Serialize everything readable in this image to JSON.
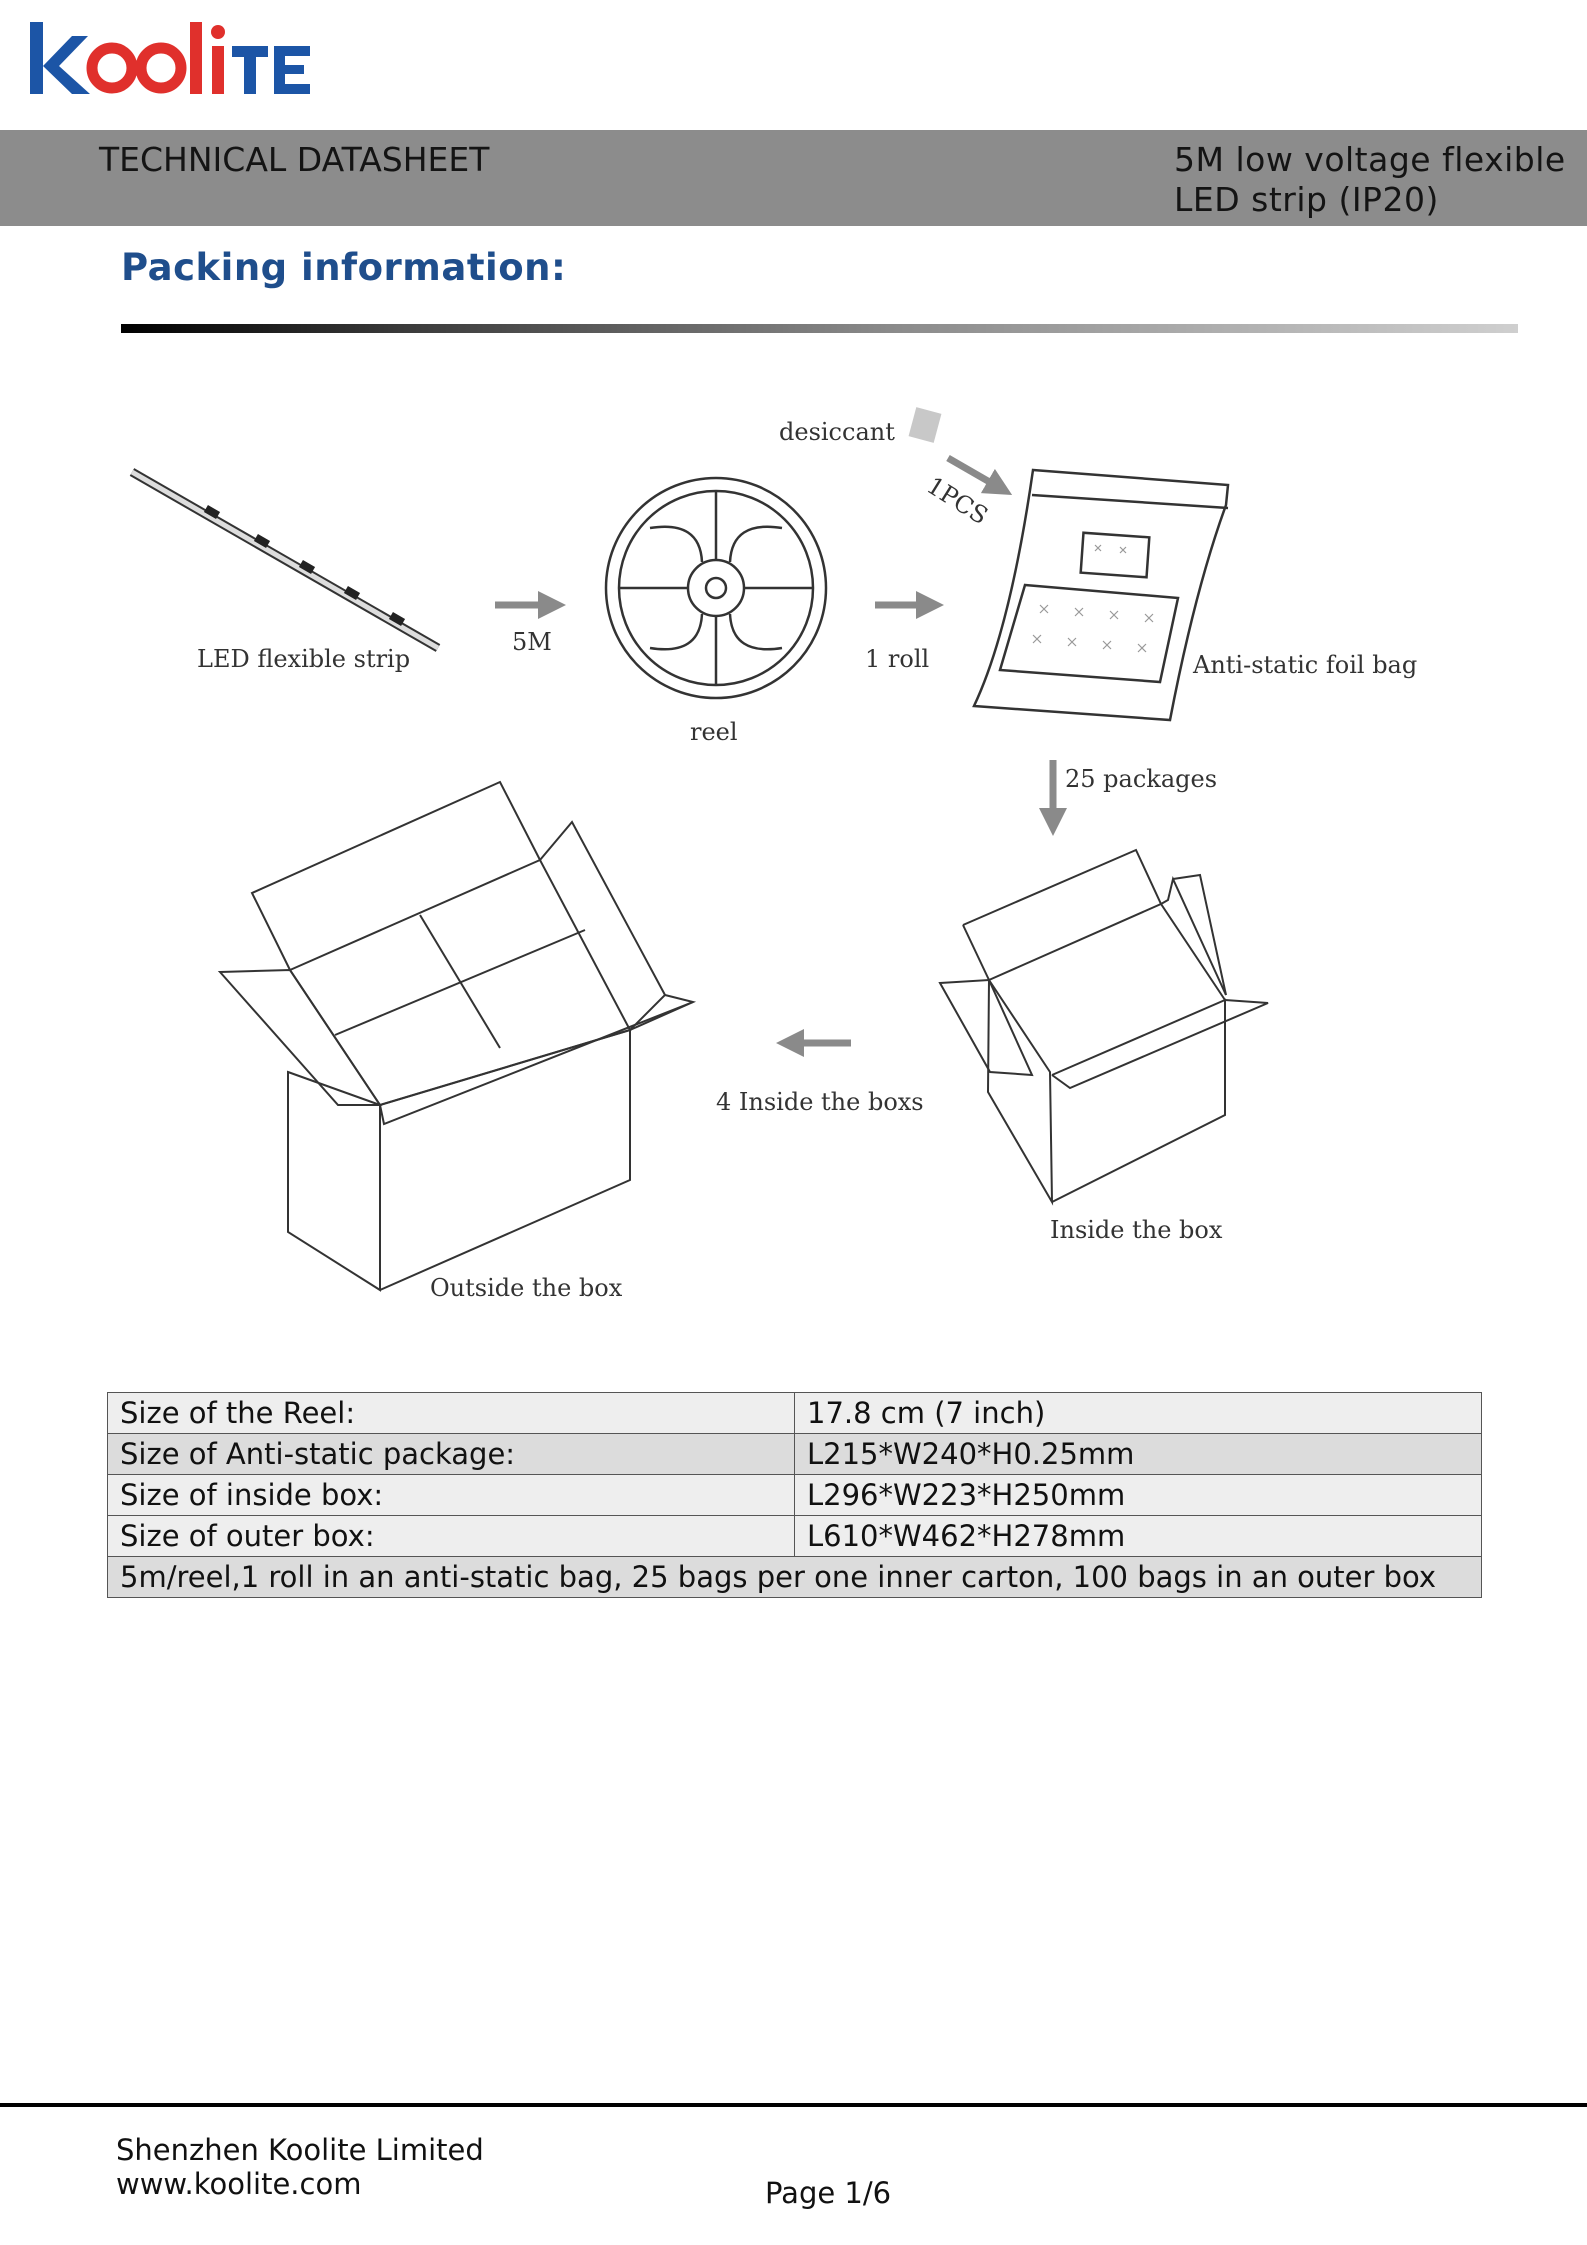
{
  "brand": {
    "logo_text": "koolite",
    "red": "#e0302c",
    "blue": "#1c55a6"
  },
  "header": {
    "doc_type": "TECHNICAL DATASHEET",
    "product_line1": "5M low voltage flexible",
    "product_line2": "LED strip (IP20)"
  },
  "section_title": "Packing information:",
  "diagram": {
    "strip_label": "LED flexible strip",
    "arrow1_label": "5M",
    "reel_label": "reel",
    "arrow2_label": "1 roll",
    "desiccant_label": "desiccant",
    "desiccant_qty": "1PCS",
    "bag_label": "Anti-static foil bag",
    "down_arrow_label": "25 packages",
    "inner_box_label": "Inside the box",
    "left_arrow_label": "4 Inside the boxs",
    "outer_box_label": "Outside the box"
  },
  "table": {
    "rows": [
      {
        "label": "Size of the Reel:",
        "value": "17.8 cm (7 inch)"
      },
      {
        "label": "Size of Anti-static package:",
        "value": "L215*W240*H0.25mm"
      },
      {
        "label": "Size of inside box:",
        "value": "L296*W223*H250mm"
      },
      {
        "label": "Size of outer box:",
        "value": "L610*W462*H278mm"
      }
    ],
    "note": "5m/reel,1 roll in an anti-static bag, 25 bags per one inner carton, 100 bags in an outer box"
  },
  "footer": {
    "company": "Shenzhen Koolite Limited",
    "website": "www.koolite.com",
    "page": "Page 1/6"
  }
}
